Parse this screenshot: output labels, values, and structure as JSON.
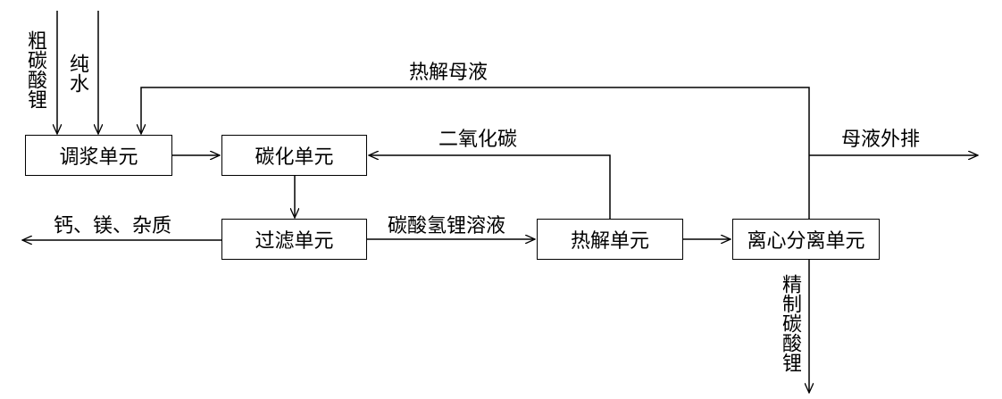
{
  "units": {
    "slurry": "调浆单元",
    "carbonation": "碳化单元",
    "filtration": "过滤单元",
    "pyrolysis": "热解单元",
    "centrifuge": "离心分离单元"
  },
  "labels": {
    "crude_li2co3": "粗碳酸锂",
    "pure_water": "纯水",
    "pyrolysis_mother_liquor": "热解母液",
    "co2": "二氧化碳",
    "impurities": "钙、镁、杂质",
    "lihco3_solution": "碳酸氢锂溶液",
    "mother_liquor_discharge": "母液外排",
    "refined_li2co3": "精制碳酸锂"
  }
}
